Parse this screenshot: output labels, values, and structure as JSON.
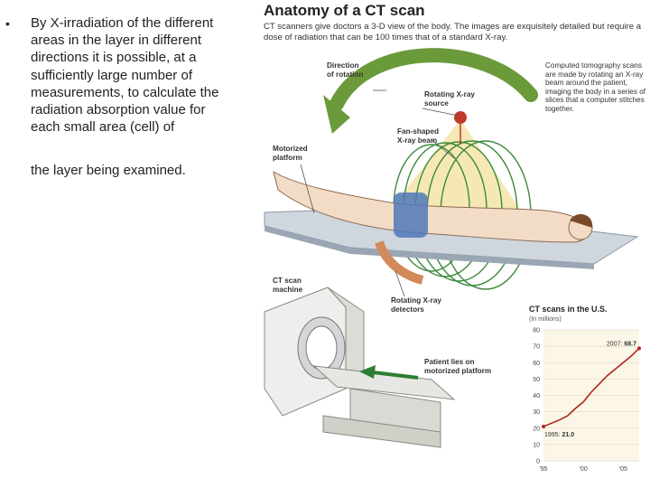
{
  "slide": {
    "bullet": "•",
    "body": "By X-irradiation of the different areas in the layer in different directions it is possible, at a sufficiently large number of measurements, to calculate the radiation absorption value for each small area (cell) of",
    "body_last_line": "the layer being examined."
  },
  "figure": {
    "title": "Anatomy of a CT scan",
    "subtitle": "CT scanners give doctors a 3-D view of the body. The images are exquisitely detailed but require a dose of radiation that can be 100 times that of a standard X-ray.",
    "labels": {
      "direction": "Direction\nof rotation",
      "source": "Rotating X-ray\nsource",
      "fan": "Fan-shaped\nX-ray beam",
      "platform": "Motorized\nplatform",
      "description": "Computed tomography scans are made by rotating an X-ray beam around the patient, imaging the body in a series of slices that a computer stitches together.",
      "detectors": "Rotating X-ray\ndetectors",
      "machine": "CT scan\nmachine",
      "patient": "Patient lies on\nmotorized platform"
    }
  },
  "chart_data": {
    "type": "line",
    "title": "CT scans in the U.S.",
    "ylabel": "(In millions)",
    "x": [
      1995,
      1996,
      1997,
      1998,
      1999,
      2000,
      2001,
      2002,
      2003,
      2004,
      2005,
      2006,
      2007
    ],
    "series": [
      {
        "values": [
          21.0,
          23.0,
          25.0,
          27.5,
          32.0,
          36.0,
          42.0,
          47.0,
          52.0,
          56.0,
          60.0,
          64.0,
          68.7
        ]
      }
    ],
    "ylim": [
      0,
      80
    ],
    "yticks": [
      "0",
      "10",
      "20",
      "30",
      "40",
      "50",
      "60",
      "70",
      "80"
    ],
    "xticks": [
      {
        "x": 1995,
        "label": "'95"
      },
      {
        "x": 2000,
        "label": "'00"
      },
      {
        "x": 2005,
        "label": "'05"
      }
    ],
    "annotations": [
      {
        "x": 1995,
        "prefix": "1995: ",
        "value": "21.0"
      },
      {
        "x": 2007,
        "prefix": "2007: ",
        "value": "68.7"
      }
    ],
    "line_color": "#b22222",
    "grid": true
  }
}
